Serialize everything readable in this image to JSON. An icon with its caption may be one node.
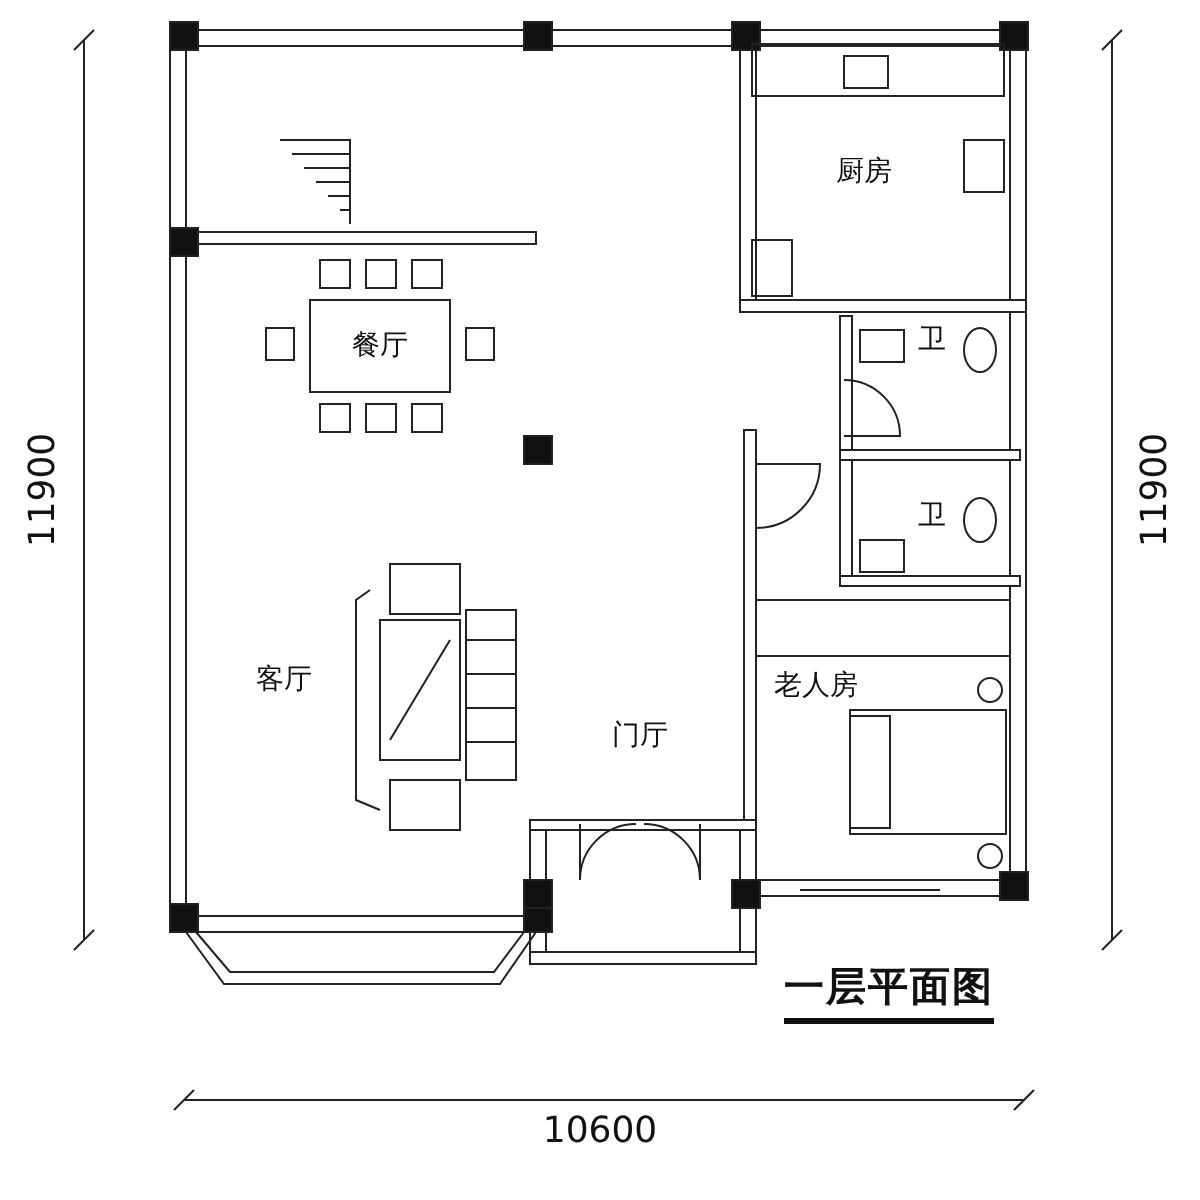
{
  "diagram": {
    "title": "一层平面图",
    "labels": [
      "11900",
      "厨房",
      "卫",
      "餐厅",
      "卫",
      "11900",
      "客厅",
      "老人房",
      "门厅",
      "10600"
    ]
  }
}
